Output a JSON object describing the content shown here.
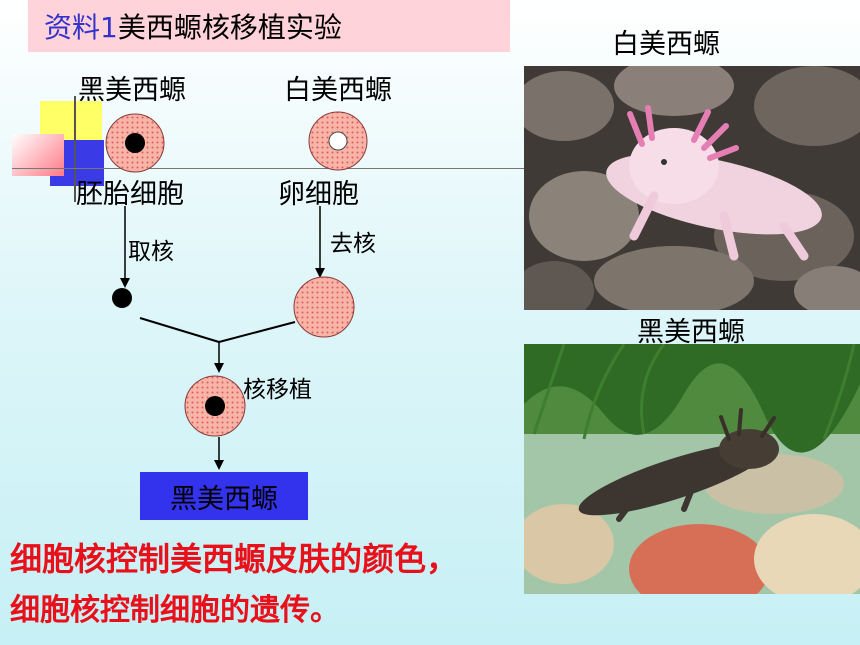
{
  "title": {
    "prefix": "资料1",
    "text": "美西螈核移植实验"
  },
  "diagram": {
    "black_axolotl": "黑美西螈",
    "white_axolotl": "白美西螈",
    "embryo_cell": "胚胎细胞",
    "egg_cell": "卵细胞",
    "take_nucleus": "取核",
    "remove_nucleus": "去核",
    "nuclear_transfer": "核移植",
    "result": "黑美西螈"
  },
  "photos": {
    "white_label": "白美西螈",
    "black_label": "黑美西螈"
  },
  "conclusions": [
    "细胞核控制美西螈皮肤的颜色，",
    "细胞核控制细胞的遗传。"
  ],
  "colors": {
    "title_bg": "#ffd3d9",
    "title_prefix": "#3333cc",
    "cell_fill": "#f7b5a8",
    "result_box": "#3333ee",
    "conclusion_text": "#e8101a"
  }
}
